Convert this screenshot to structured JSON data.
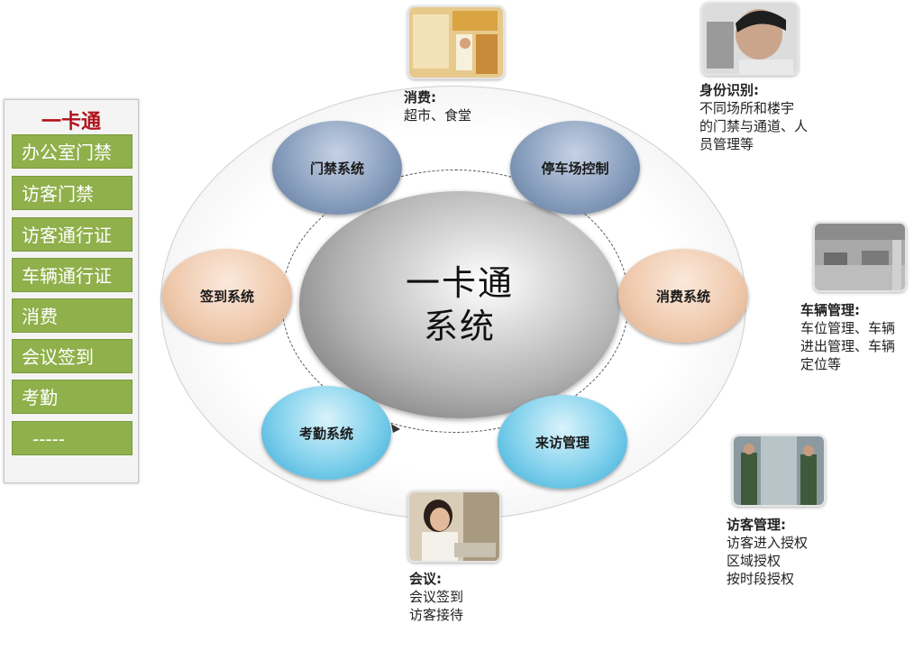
{
  "panel": {
    "title": "一卡通",
    "items": [
      "办公室门禁",
      "访客门禁",
      "访客通行证",
      "车辆通行证",
      "消费",
      "会议签到",
      "考勤",
      "-----"
    ]
  },
  "center": {
    "line1": "一卡通",
    "line2": "系统"
  },
  "nodes": {
    "access": "门禁系统",
    "parking": "停车场控制",
    "signin": "签到系统",
    "consume": "消费系统",
    "attendance": "考勤系统",
    "visit": "来访管理"
  },
  "captions": {
    "consume": {
      "title": "消费:",
      "lines": [
        "超市、食堂"
      ]
    },
    "identity": {
      "title": "身份识别:",
      "lines": [
        "不同场所和楼宇",
        "的门禁与通道、人",
        "员管理等"
      ]
    },
    "vehicle": {
      "title": "车辆管理:",
      "lines": [
        "车位管理、车辆",
        "进出管理、车辆",
        "定位等"
      ]
    },
    "visitor": {
      "title": "访客管理:",
      "lines": [
        "访客进入授权",
        "区域授权",
        "按时段授权"
      ]
    },
    "meeting": {
      "title": "会议:",
      "lines": [
        "会议签到",
        "访客接待"
      ]
    }
  },
  "colors": {
    "menu_green": "#8fb04a",
    "title_red": "#b0141a",
    "node_blue": "#8aa0bf",
    "node_peach": "#efc9ac",
    "node_cyan": "#7fd0ec"
  }
}
